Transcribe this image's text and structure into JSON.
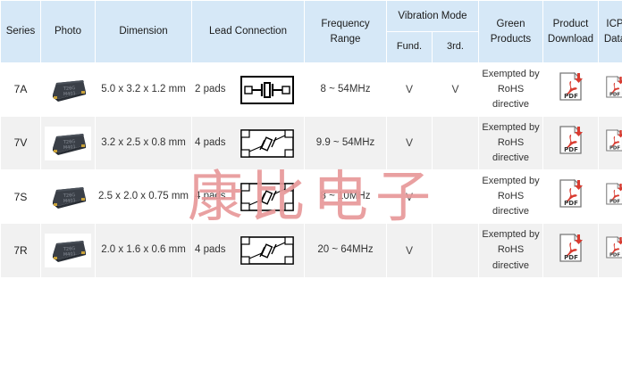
{
  "table": {
    "headers": {
      "series": "Series",
      "photo": "Photo",
      "dimension": "Dimension",
      "lead_connection": "Lead Connection",
      "frequency_range": "Frequency Range",
      "vibration_mode": "Vibration Mode",
      "vibration_fund": "Fund.",
      "vibration_3rd": "3rd.",
      "green_products": "Green Products",
      "product_download": "Product Download",
      "icp_data": "ICP Data"
    },
    "rows": [
      {
        "series": "7A",
        "photo_alt": "crystal-package-photo",
        "dimension": "5.0 x 3.2 x 1.2 mm",
        "lead_connection": "2 pads",
        "lead_diagram": "2-pad-crystal-symbol",
        "frequency_range": "8 ~ 54MHz",
        "fund": "V",
        "third": "V",
        "green_products": "Exempted by RoHS directive",
        "product_download": "pdf-download-icon",
        "icp_data": "pdf-download-icon"
      },
      {
        "series": "7V",
        "photo_alt": "crystal-package-photo",
        "dimension": "3.2 x 2.5 x 0.8 mm",
        "lead_connection": "4 pads",
        "lead_diagram": "4-pad-crystal-symbol",
        "frequency_range": "9.9 ~ 54MHz",
        "fund": "V",
        "third": "",
        "green_products": "Exempted by RoHS directive",
        "product_download": "pdf-download-icon",
        "icp_data": "pdf-download-icon"
      },
      {
        "series": "7S",
        "photo_alt": "crystal-package-photo",
        "dimension": "2.5 x 2.0 x 0.75 mm",
        "lead_connection": "4 pads",
        "lead_diagram": "4-pad-crystal-symbol",
        "frequency_range": "8 ~ 10MHz",
        "fund": "V",
        "third": "",
        "green_products": "Exempted by RoHS directive",
        "product_download": "pdf-download-icon",
        "icp_data": "pdf-download-icon"
      },
      {
        "series": "7R",
        "photo_alt": "crystal-package-photo",
        "dimension": "2.0 x 1.6 x 0.6 mm",
        "lead_connection": "4 pads",
        "lead_diagram": "4-pad-crystal-symbol",
        "frequency_range": "20 ~ 64MHz",
        "fund": "V",
        "third": "",
        "green_products": "Exempted by RoHS directive",
        "product_download": "pdf-download-icon",
        "icp_data": "pdf-download-icon"
      }
    ]
  },
  "watermark": {
    "text": "康比电子",
    "color": "#e8999a"
  },
  "colors": {
    "header_bg": "#d6e8f7",
    "row_bg": "#ffffff",
    "row_alt_bg": "#f1f1f1",
    "text": "#333333",
    "pdf_red": "#d93b30"
  }
}
